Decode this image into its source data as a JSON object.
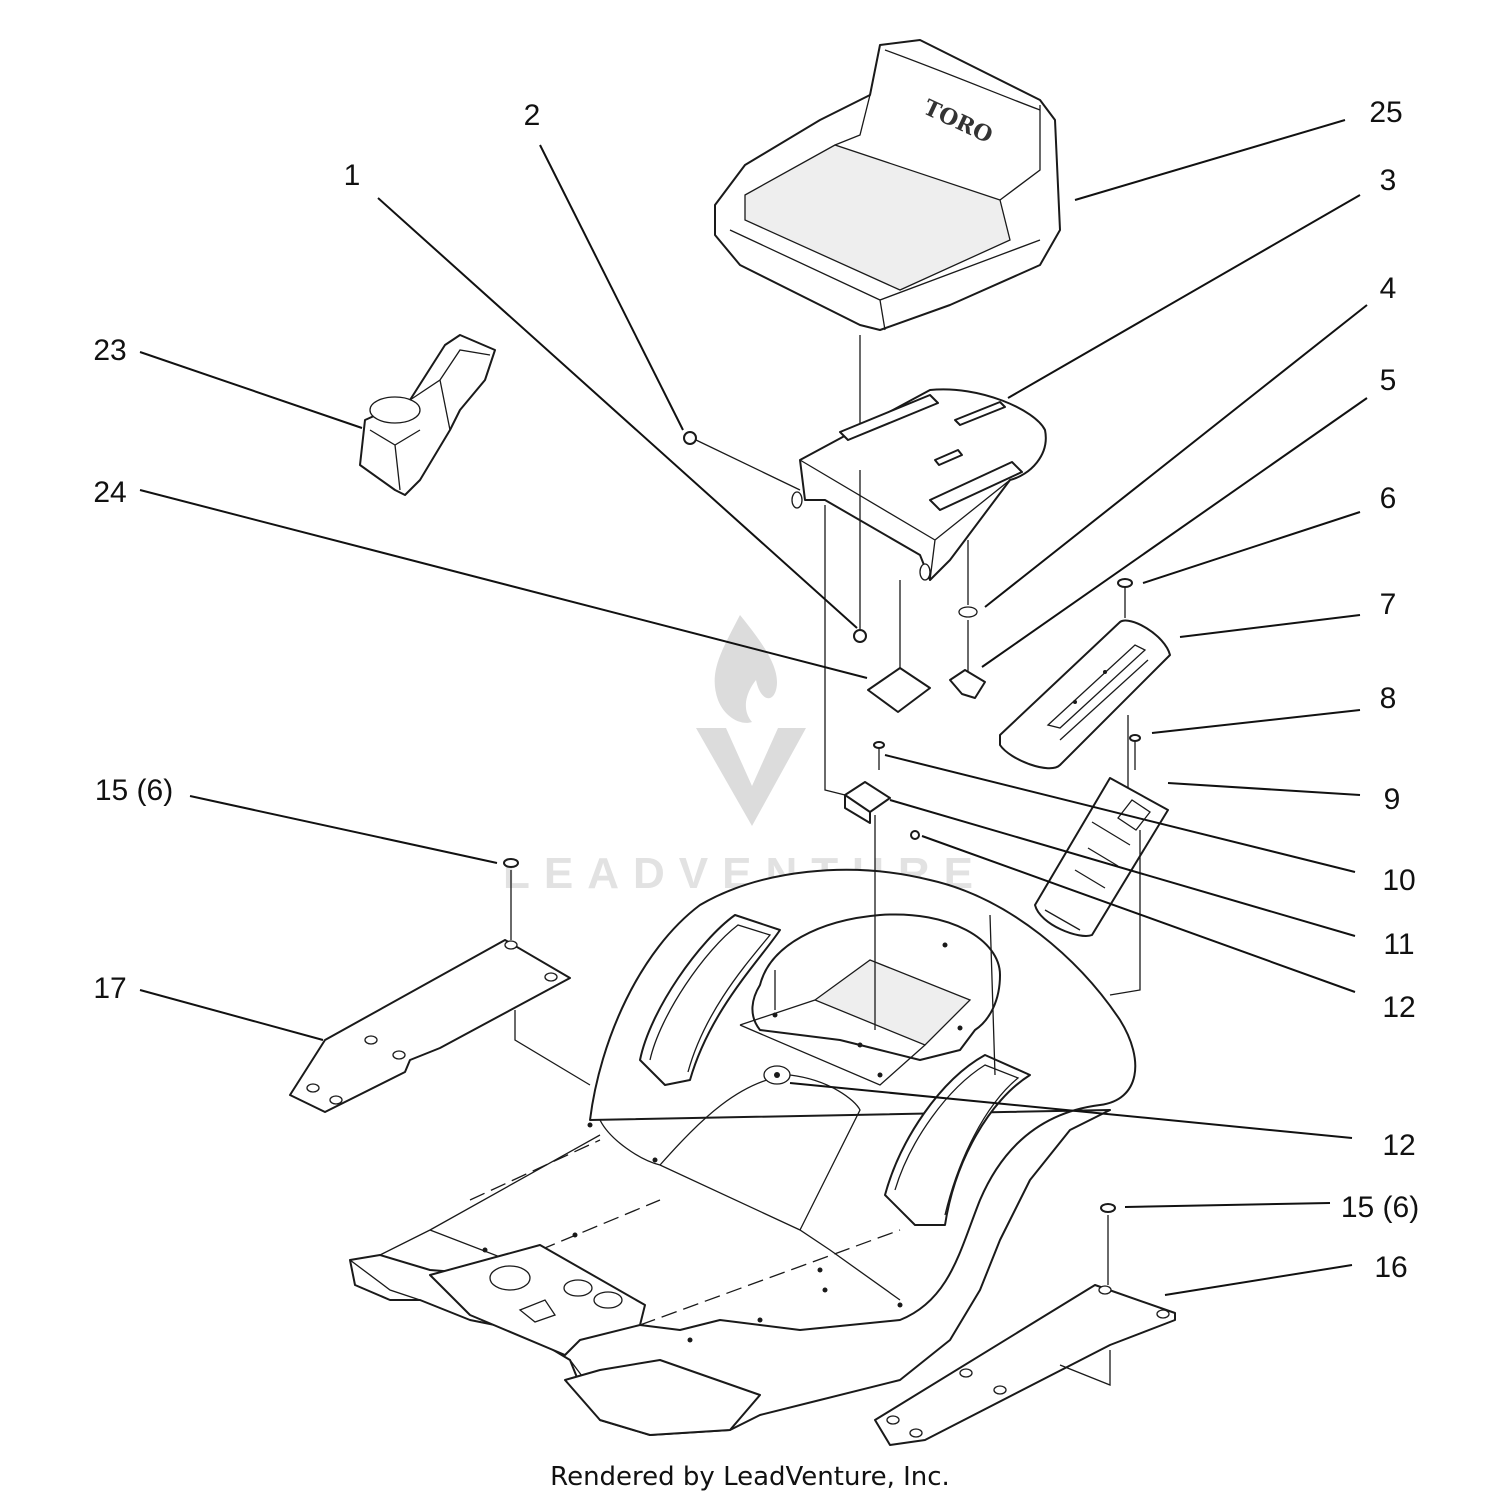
{
  "diagram": {
    "callouts": [
      {
        "id": "c1",
        "text": "1"
      },
      {
        "id": "c2",
        "text": "2"
      },
      {
        "id": "c3",
        "text": "3"
      },
      {
        "id": "c4",
        "text": "4"
      },
      {
        "id": "c5",
        "text": "5"
      },
      {
        "id": "c6",
        "text": "6"
      },
      {
        "id": "c7",
        "text": "7"
      },
      {
        "id": "c8",
        "text": "8"
      },
      {
        "id": "c9",
        "text": "9"
      },
      {
        "id": "c10",
        "text": "10"
      },
      {
        "id": "c11",
        "text": "11"
      },
      {
        "id": "c12a",
        "text": "12"
      },
      {
        "id": "c12b",
        "text": "12"
      },
      {
        "id": "c15a",
        "text": "15 (6)"
      },
      {
        "id": "c15b",
        "text": "15 (6)"
      },
      {
        "id": "c16",
        "text": "16"
      },
      {
        "id": "c17",
        "text": "17"
      },
      {
        "id": "c23",
        "text": "23"
      },
      {
        "id": "c24",
        "text": "24"
      },
      {
        "id": "c25",
        "text": "25"
      }
    ],
    "seat_logo": "TORO"
  },
  "watermark": {
    "text": "LEADVENTURE"
  },
  "footer": {
    "credit": "Rendered by LeadVenture, Inc."
  }
}
